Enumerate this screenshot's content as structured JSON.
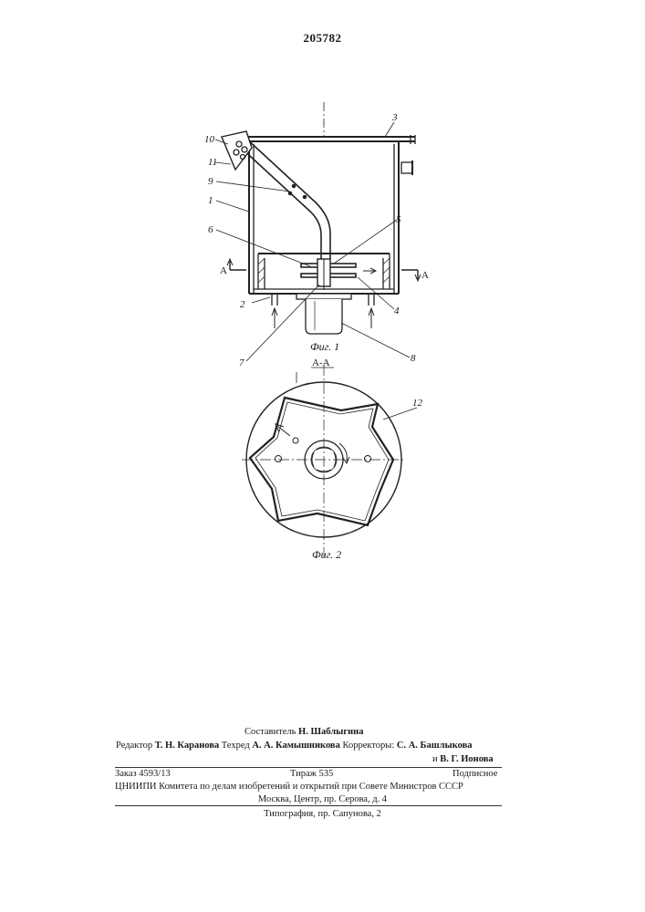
{
  "patent_number": "205782",
  "figures": {
    "fig1": {
      "caption": "Фиг. 1",
      "section_marker": "А",
      "callouts": [
        "1",
        "2",
        "3",
        "4",
        "5",
        "6",
        "7",
        "8",
        "9",
        "10",
        "11"
      ]
    },
    "fig2": {
      "caption": "Фиг. 2",
      "section_title": "А-А",
      "callouts": [
        "12"
      ]
    }
  },
  "footer": {
    "compiler_label": "Составитель",
    "compiler_name": "Н. Шаблыгина",
    "editor_label": "Редактор",
    "editor_name": "Т. Н. Каранова",
    "techred_label": "Техред",
    "techred_name": "А. А. Камышникова",
    "correctors_label": "Корректоры:",
    "corrector1": "С. А. Башлыкова",
    "corrector2_prefix": "и",
    "corrector2": "В. Г. Ионова",
    "order": "Заказ 4593/13",
    "circulation": "Тираж 535",
    "subscription": "Подписное",
    "organization": "ЦНИИПИ Комитета по делам изобретений и открытий при Совете Министров СССР",
    "address": "Москва, Центр, пр. Серова, д. 4",
    "printer": "Типография, пр. Сапунова, 2"
  }
}
